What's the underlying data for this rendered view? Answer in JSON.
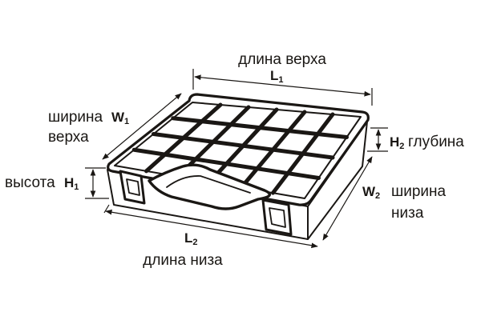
{
  "labels": {
    "top_length": {
      "text": "длина верха",
      "symbol": "L",
      "index": "1"
    },
    "top_width": {
      "line1": "ширина",
      "line2": "верха",
      "symbol": "W",
      "index": "1"
    },
    "height": {
      "text": "высота",
      "symbol": "H",
      "index": "1"
    },
    "depth": {
      "text": "глубина",
      "symbol": "H",
      "index": "2"
    },
    "bottom_width": {
      "line1": "ширина",
      "line2": "низа",
      "symbol": "W",
      "index": "2"
    },
    "bottom_length": {
      "text": "длина низа",
      "symbol": "L",
      "index": "2"
    }
  },
  "box": {
    "compartment_rows": 4,
    "compartment_columns": 6
  },
  "colors": {
    "ink": "#1a1714",
    "background": "#ffffff"
  }
}
